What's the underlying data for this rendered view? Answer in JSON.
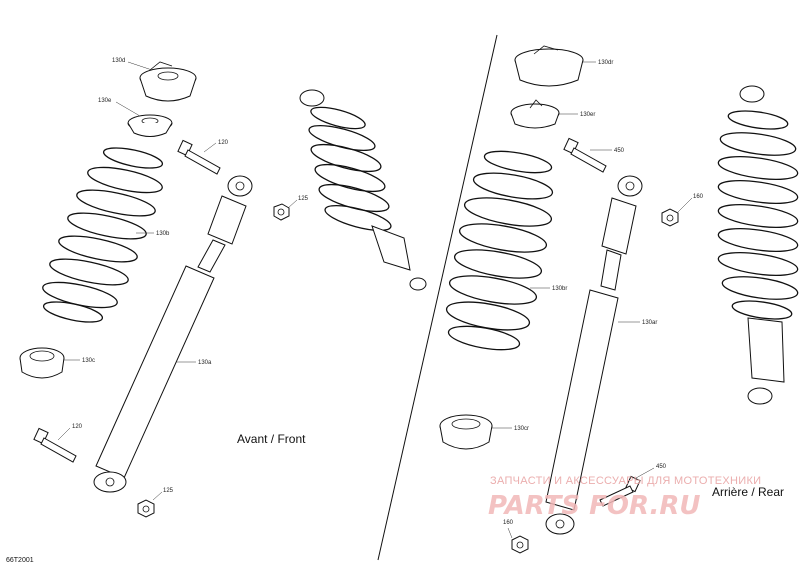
{
  "labels": {
    "p130d": "130d",
    "p130e": "130e",
    "p120_top": "120",
    "p125_top": "125",
    "p130b": "130b",
    "p130c": "130c",
    "p130a": "130a",
    "p120_bot": "120",
    "p125_bot": "125",
    "p130dr": "130dr",
    "p130er": "130er",
    "p450_top": "450",
    "p160_top": "160",
    "p130br": "130br",
    "p130ar": "130ar",
    "p130cr": "130cr",
    "p450_bot": "450",
    "p160_bot": "160"
  },
  "sections": {
    "front": "Avant / Front",
    "rear": "Arrière / Rear"
  },
  "diagram_code": "66T2001",
  "watermark": {
    "tagline": "ЗАПЧАСТИ И АКСЕССУАРЫ ДЛЯ МОТОТЕХНИКИ",
    "logo": "PARTS FOR.RU"
  }
}
